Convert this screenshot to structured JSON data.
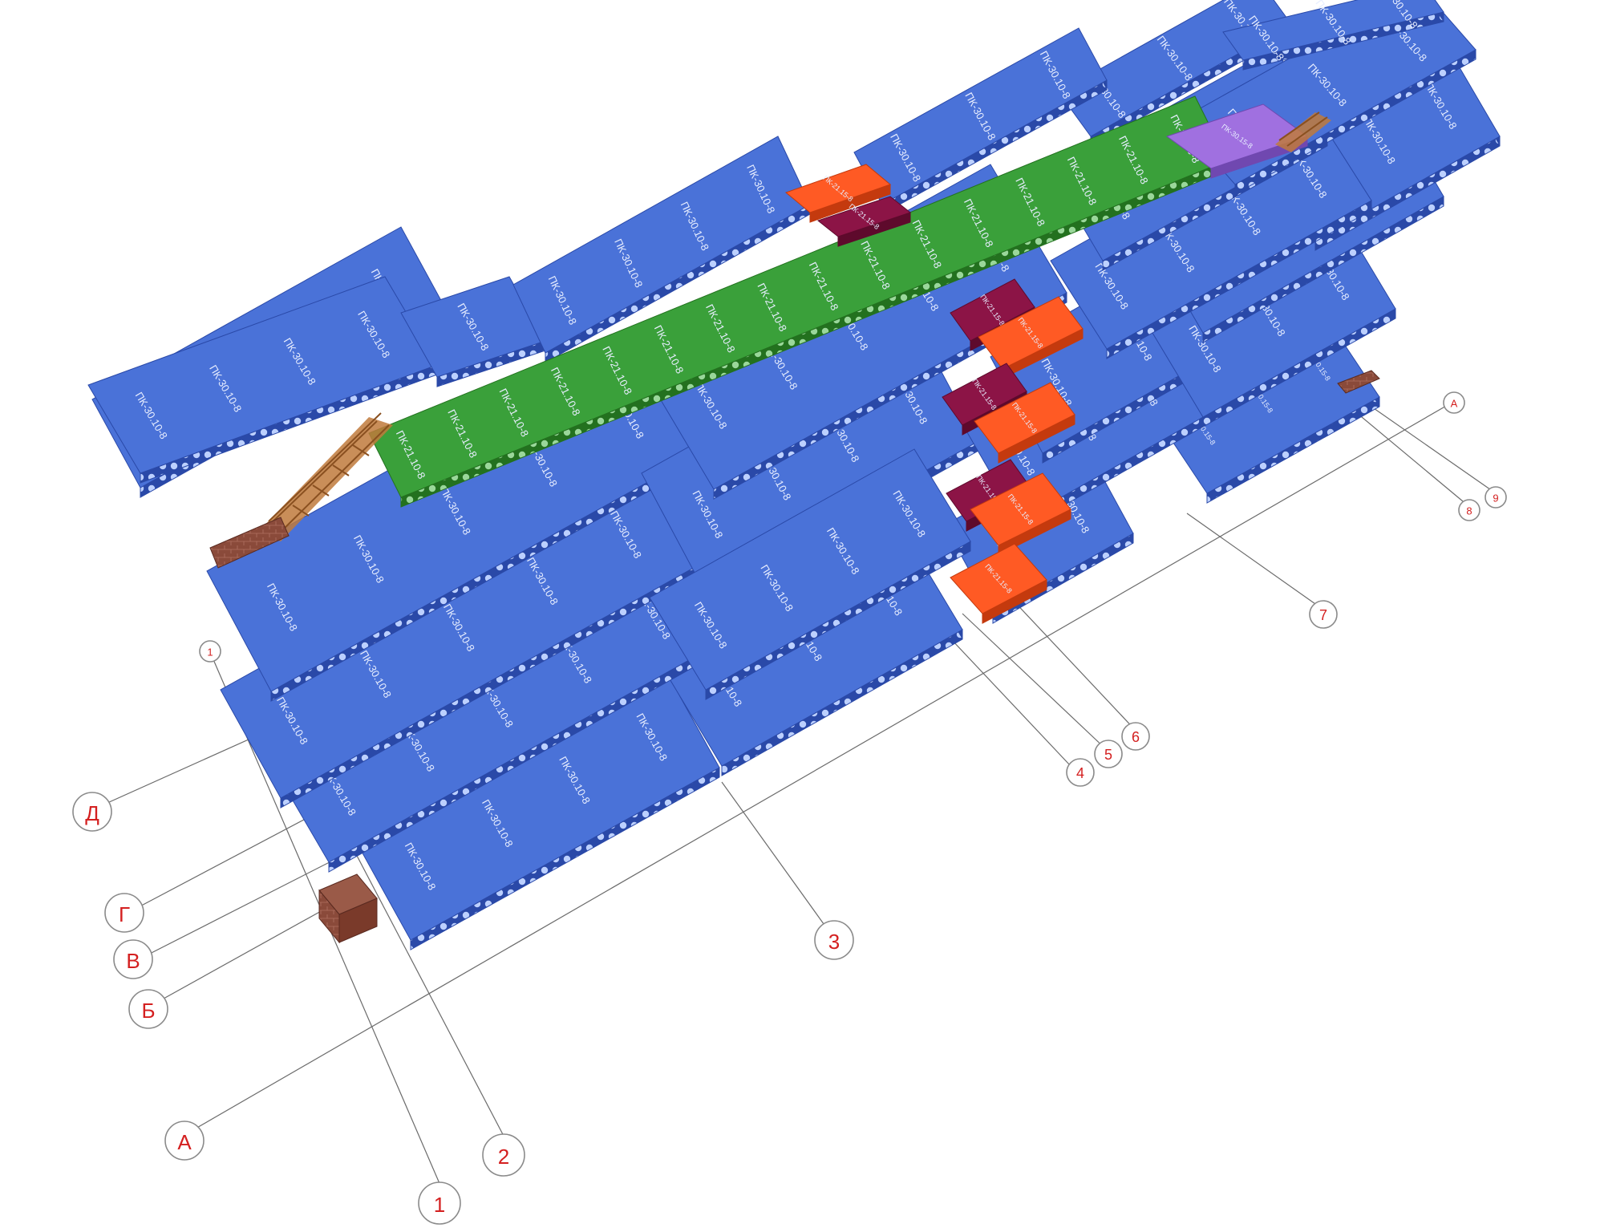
{
  "colors": {
    "slab_blue": "#4a72d8",
    "slab_blue_edge": "#2a49a8",
    "slab_green": "#3aa03a",
    "slab_green_edge": "#23711f",
    "slab_orange": "#ff5a24",
    "slab_orange_edge": "#c43a0e",
    "slab_maroon": "#8c1446",
    "slab_maroon_edge": "#5e0a2c",
    "slab_purple": "#a070e0",
    "stair": "#c07a3c",
    "brick": "#8a4a3a",
    "axis_label": "#d42020"
  },
  "slab_labels": {
    "large": "ПК-30.10-8",
    "small": "ПК-30.15-8",
    "green": "ПК-21.10-8",
    "orange": "ПК-21.15-8"
  },
  "axes": {
    "letters": [
      "А",
      "Б",
      "В",
      "Г",
      "Д"
    ],
    "numbers": [
      "1",
      "2",
      "3",
      "4",
      "5",
      "6",
      "7",
      "8",
      "9"
    ],
    "top_ref_1": "1",
    "top_ref_a": "А"
  }
}
